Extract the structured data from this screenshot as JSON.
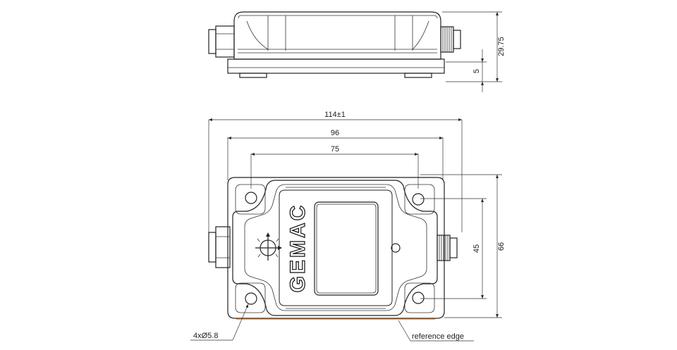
{
  "dimensions": {
    "height_total": "29.75",
    "base_thickness": "5",
    "overall_length": "114±1",
    "outer_hole_spacing": "96",
    "inner_hole_spacing": "75",
    "vertical_hole_spacing": "45",
    "overall_width": "66",
    "hole_callout": "4xØ5.8"
  },
  "labels": {
    "brand": "GEMAC",
    "reference_edge": "reference edge"
  },
  "colors": {
    "line": "#222222",
    "reference_edge": "#e0761f"
  },
  "icons": [
    "axis-marker-icon",
    "mounting-hole-icon",
    "m12-connector-icon",
    "cable-gland-icon"
  ]
}
